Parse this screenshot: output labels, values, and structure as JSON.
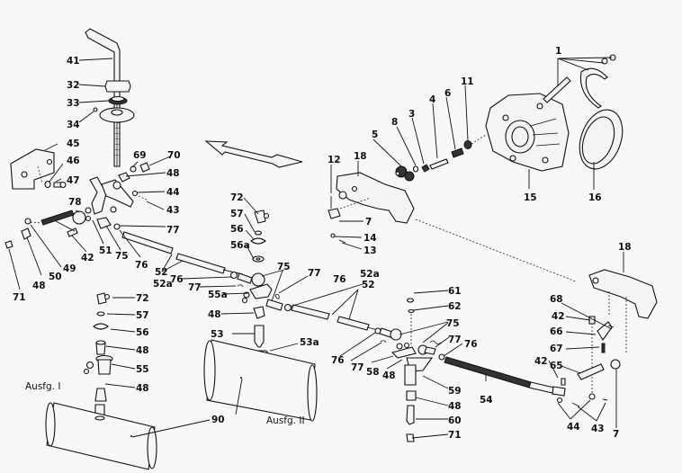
{
  "diagram": {
    "type": "exploded-parts-diagram",
    "captions": {
      "variant_1": "Ausfg. I",
      "variant_2": "Ausfg. II"
    },
    "direction_arrow": "double-headed-arrow",
    "labels": [
      {
        "id": "l41",
        "text": "41"
      },
      {
        "id": "l32",
        "text": "32"
      },
      {
        "id": "l33",
        "text": "33"
      },
      {
        "id": "l34",
        "text": "34"
      },
      {
        "id": "l45",
        "text": "45"
      },
      {
        "id": "l46",
        "text": "46"
      },
      {
        "id": "l47",
        "text": "47"
      },
      {
        "id": "l69",
        "text": "69"
      },
      {
        "id": "l70",
        "text": "70"
      },
      {
        "id": "l48a",
        "text": "48"
      },
      {
        "id": "l44a",
        "text": "44"
      },
      {
        "id": "l43a",
        "text": "43"
      },
      {
        "id": "l78",
        "text": "78"
      },
      {
        "id": "l77a",
        "text": "77"
      },
      {
        "id": "l49",
        "text": "49"
      },
      {
        "id": "l50",
        "text": "50"
      },
      {
        "id": "l48b",
        "text": "48"
      },
      {
        "id": "l71a",
        "text": "71"
      },
      {
        "id": "l42a",
        "text": "42"
      },
      {
        "id": "l51",
        "text": "51"
      },
      {
        "id": "l75a",
        "text": "75"
      },
      {
        "id": "l76a",
        "text": "76"
      },
      {
        "id": "l52a1",
        "text": "52"
      },
      {
        "id": "l52a2",
        "text": "52a"
      },
      {
        "id": "l72a",
        "text": "72"
      },
      {
        "id": "l57a",
        "text": "57"
      },
      {
        "id": "l56a",
        "text": "56"
      },
      {
        "id": "l56aa",
        "text": "56a"
      },
      {
        "id": "l76b",
        "text": "76"
      },
      {
        "id": "l77b",
        "text": "77"
      },
      {
        "id": "l55a",
        "text": "55a"
      },
      {
        "id": "l75b",
        "text": "75"
      },
      {
        "id": "l77c",
        "text": "77"
      },
      {
        "id": "l76c",
        "text": "76"
      },
      {
        "id": "l48c",
        "text": "48"
      },
      {
        "id": "l52b1",
        "text": "52a"
      },
      {
        "id": "l52b2",
        "text": "52"
      },
      {
        "id": "l53",
        "text": "53"
      },
      {
        "id": "l53a",
        "text": "53a"
      },
      {
        "id": "l72b",
        "text": "72"
      },
      {
        "id": "l57b",
        "text": "57"
      },
      {
        "id": "l56b",
        "text": "56"
      },
      {
        "id": "l48d",
        "text": "48"
      },
      {
        "id": "l55",
        "text": "55"
      },
      {
        "id": "l48e",
        "text": "48"
      },
      {
        "id": "l90",
        "text": "90"
      },
      {
        "id": "l76d",
        "text": "76"
      },
      {
        "id": "l77d",
        "text": "77"
      },
      {
        "id": "l58",
        "text": "58"
      },
      {
        "id": "l48f",
        "text": "48"
      },
      {
        "id": "l61",
        "text": "61"
      },
      {
        "id": "l62",
        "text": "62"
      },
      {
        "id": "l75c",
        "text": "75"
      },
      {
        "id": "l77e",
        "text": "77"
      },
      {
        "id": "l76e",
        "text": "76"
      },
      {
        "id": "l59",
        "text": "59"
      },
      {
        "id": "l48g",
        "text": "48"
      },
      {
        "id": "l60",
        "text": "60"
      },
      {
        "id": "l71b",
        "text": "71"
      },
      {
        "id": "l54",
        "text": "54"
      },
      {
        "id": "l18a",
        "text": "18"
      },
      {
        "id": "l12",
        "text": "12"
      },
      {
        "id": "l5",
        "text": "5"
      },
      {
        "id": "l8",
        "text": "8"
      },
      {
        "id": "l3",
        "text": "3"
      },
      {
        "id": "l4",
        "text": "4"
      },
      {
        "id": "l6",
        "text": "6"
      },
      {
        "id": "l11",
        "text": "11"
      },
      {
        "id": "l7a",
        "text": "7"
      },
      {
        "id": "l14",
        "text": "14"
      },
      {
        "id": "l13",
        "text": "13"
      },
      {
        "id": "l1",
        "text": "1"
      },
      {
        "id": "l15",
        "text": "15"
      },
      {
        "id": "l16",
        "text": "16"
      },
      {
        "id": "l18b",
        "text": "18"
      },
      {
        "id": "l68",
        "text": "68"
      },
      {
        "id": "l42b",
        "text": "42"
      },
      {
        "id": "l66",
        "text": "66"
      },
      {
        "id": "l67",
        "text": "67"
      },
      {
        "id": "l42c",
        "text": "42"
      },
      {
        "id": "l65",
        "text": "65"
      },
      {
        "id": "l44b",
        "text": "44"
      },
      {
        "id": "l43b",
        "text": "43"
      },
      {
        "id": "l7b",
        "text": "7"
      }
    ]
  }
}
